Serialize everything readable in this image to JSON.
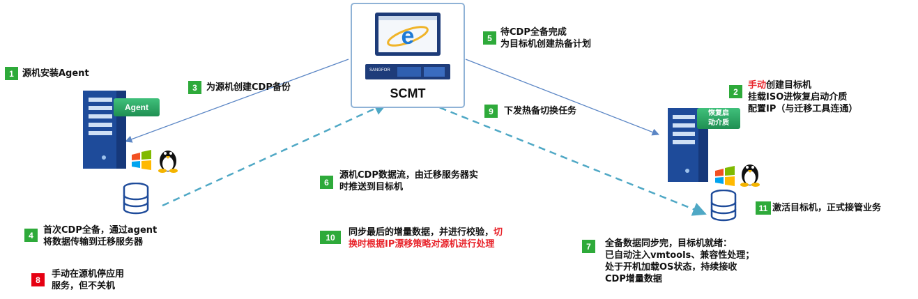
{
  "colors": {
    "step_green": "#2eaa3a",
    "step_red": "#e60012",
    "arrow_blue": "#5b86c5",
    "dashed": "#4fa8c5",
    "accent_red": "#e8242b"
  },
  "center": {
    "label": "SCMT",
    "brand": "SANGFOR"
  },
  "source": {
    "agent_label": "Agent"
  },
  "target": {
    "media_label_line1": "恢复启",
    "media_label_line2": "动介质"
  },
  "steps": [
    {
      "num": "1",
      "lines": [
        "源机安装Agent"
      ]
    },
    {
      "num": "2",
      "lines_rich": [
        [
          "手动",
          "创建目标机"
        ]
      ],
      "lines": [
        "挂载ISO进恢复启动介质",
        "配置IP（与迁移工具连通）"
      ]
    },
    {
      "num": "3",
      "lines": [
        "为源机创建CDP备份"
      ]
    },
    {
      "num": "4",
      "lines": [
        "首次CDP全备，通过agent",
        "将数据传输到迁移服务器"
      ]
    },
    {
      "num": "5",
      "lines": [
        "待CDP全备完成",
        "为目标机创建热备计划"
      ]
    },
    {
      "num": "6",
      "lines": [
        "源机CDP数据流，由迁移服务器实",
        "时推送到目标机"
      ]
    },
    {
      "num": "7",
      "lines": [
        "全备数据同步完，目标机就绪：",
        "已自动注入vmtools、兼容性处理；",
        "处于开机加载OS状态，持续接收",
        "CDP增量数据"
      ]
    },
    {
      "num": "8",
      "lines": [
        "手动在源机停应用",
        "服务，但不关机"
      ]
    },
    {
      "num": "9",
      "lines": [
        "下发热备切换任务"
      ]
    },
    {
      "num": "10",
      "line1_black": "同步最后的增量数据，并进行校验，",
      "line1_red": "切",
      "line2_red": "换时根据IP漂移策略对源机进行处理"
    },
    {
      "num": "11",
      "lines": [
        "激活目标机，正式接管业务"
      ]
    }
  ]
}
